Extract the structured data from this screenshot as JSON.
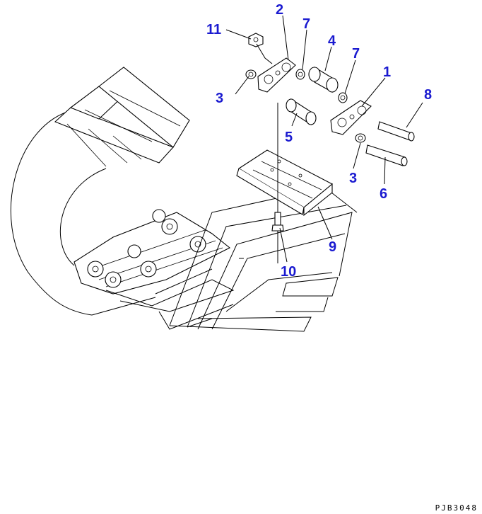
{
  "drawing_code": "PJB3048",
  "callouts": {
    "c1": "1",
    "c2": "2",
    "c3a": "3",
    "c3b": "3",
    "c4": "4",
    "c5": "5",
    "c6": "6",
    "c7a": "7",
    "c7b": "7",
    "c8": "8",
    "c9": "9",
    "c10": "10",
    "c11": "11"
  },
  "colors": {
    "callout": "#1a1ad0",
    "line": "#000000",
    "background": "#ffffff"
  }
}
